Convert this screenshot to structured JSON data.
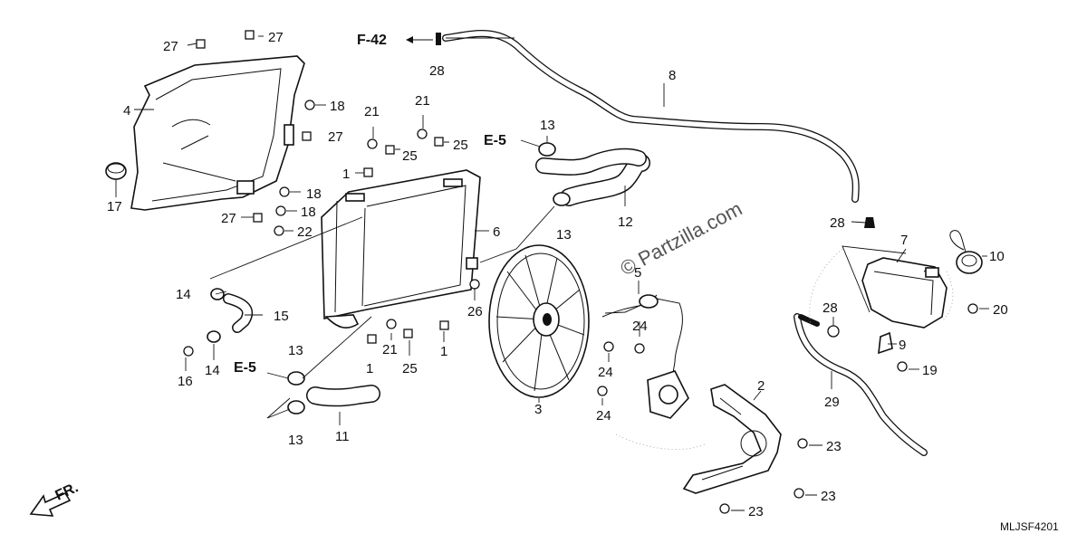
{
  "diagram": {
    "code": "MLJSF4201",
    "watermark": "© Partzilla.com",
    "front_marker": "FR.",
    "refs": {
      "f42": "F-42",
      "e5_top": "E-5",
      "e5_left": "E-5"
    },
    "callouts": {
      "c1a": "1",
      "c1b": "1",
      "c1c": "1",
      "c2": "2",
      "c3": "3",
      "c4": "4",
      "c5": "5",
      "c6": "6",
      "c7": "7",
      "c8": "8",
      "c9": "9",
      "c10": "10",
      "c11": "11",
      "c12": "12",
      "c13a": "13",
      "c13b": "13",
      "c13c": "13",
      "c13d": "13",
      "c14a": "14",
      "c14b": "14",
      "c15": "15",
      "c16": "16",
      "c17": "17",
      "c18a": "18",
      "c18b": "18",
      "c18c": "18",
      "c19": "19",
      "c20": "20",
      "c21a": "21",
      "c21b": "21",
      "c21c": "21",
      "c22": "22",
      "c23a": "23",
      "c23b": "23",
      "c23c": "23",
      "c24a": "24",
      "c24b": "24",
      "c24c": "24",
      "c25a": "25",
      "c25b": "25",
      "c26": "26",
      "c27a": "27",
      "c27b": "27",
      "c27c": "27",
      "c27d": "27",
      "c28a": "28",
      "c28b": "28",
      "c28c": "28",
      "c29": "29"
    }
  }
}
